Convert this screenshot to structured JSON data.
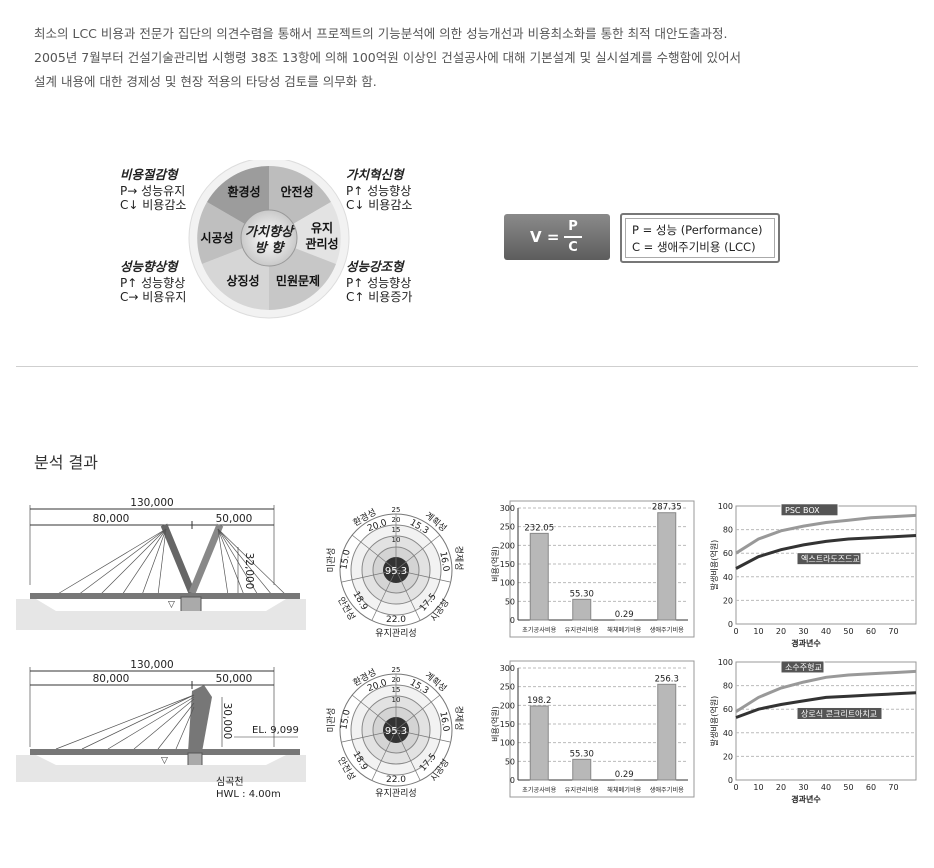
{
  "intro": {
    "line1": "최소의 LCC 비용과 전문가 집단의 의견수렴을 통해서 프로젝트의 기능분석에 의한 성능개선과 비용최소화를 통한 최적 대안도출과정.",
    "line2": "2005년 7월부터 건설기술관리법 시행령 38조 13항에 의해 100억원 이상인 건설공사에 대해 기본설계 및 실시설계를 수행함에 있어서",
    "line3": "설계 내용에 대한 경제성 및 현장 적용의 타당성 검토를 의무화 함."
  },
  "concept": {
    "center_line1": "가치향상",
    "center_line2": "방 향",
    "ring": [
      "환경성",
      "안전성",
      "유지",
      "관리성",
      "민원문제",
      "상징성",
      "시공성"
    ],
    "quadrants": [
      {
        "title": "비용절감형",
        "l1": "P→ 성능유지",
        "l2": "C↓ 비용감소"
      },
      {
        "title": "가치혁신형",
        "l1": "P↑ 성능향상",
        "l2": "C↓ 비용감소"
      },
      {
        "title": "성능향상형",
        "l1": "P↑ 성능향상",
        "l2": "C→ 비용유지"
      },
      {
        "title": "성능강조형",
        "l1": "P↑ 성능향상",
        "l2": "C↑ 비용증가"
      }
    ]
  },
  "formula": {
    "lhs": "V =",
    "num": "P",
    "den": "C"
  },
  "formula_legend": {
    "p": "P = 성능 (Performance)",
    "c": "C = 생애주기비용 (LCC)"
  },
  "section_title": "분석 결과",
  "rows": [
    {
      "bridge": {
        "total": "130,000",
        "left": "80,000",
        "right": "50,000",
        "height": "32,000"
      },
      "radar": {
        "center": "95.3",
        "labels": [
          "환경성",
          "계획성",
          "경제성",
          "시공성",
          "유지관리성",
          "안전성",
          "미관성"
        ],
        "values": [
          "20.0",
          "15.3",
          "16.0",
          "17.5",
          "22.0",
          "18.9",
          "15.0"
        ],
        "rings": [
          "25",
          "20",
          "15",
          "10"
        ]
      },
      "bar_chart": {
        "type": "bar",
        "categories": [
          "초기공사비용",
          "유지관리비용",
          "해체폐기비용",
          "생애주기비용"
        ],
        "values": [
          232.05,
          55.3,
          0.29,
          287.35
        ],
        "value_labels": [
          "232.05",
          "55.30",
          "0.29",
          "287.35"
        ],
        "ylabel": "비용(억원)",
        "yticks": [
          "0",
          "50",
          "100",
          "150",
          "200",
          "250",
          "300"
        ],
        "ylim": [
          0,
          300
        ]
      },
      "line_chart": {
        "type": "line",
        "ylabel": "발생비용(억원)",
        "xlabel": "경과년수",
        "xticks": [
          "0",
          "10",
          "20",
          "30",
          "40",
          "50",
          "60",
          "70"
        ],
        "yticks": [
          "0",
          "20",
          "40",
          "60",
          "80",
          "100"
        ],
        "ylim": [
          0,
          100
        ],
        "series": [
          {
            "name": "PSC BOX",
            "x": [
              0,
              10,
              20,
              30,
              40,
              50,
              60,
              70,
              80
            ],
            "y": [
              60,
              72,
              79,
              83,
              86,
              88,
              90,
              91,
              92
            ]
          },
          {
            "name": "엑스트라도즈드교",
            "x": [
              0,
              10,
              20,
              30,
              40,
              50,
              60,
              70,
              80
            ],
            "y": [
              47,
              57,
              63,
              67,
              70,
              72,
              73,
              74,
              75
            ]
          }
        ]
      }
    },
    {
      "bridge": {
        "total": "130,000",
        "left": "80,000",
        "right": "50,000",
        "height": "30,000",
        "el": "EL. 9,099",
        "place": "심곡천",
        "hwl": "HWL : 4.00m"
      },
      "radar": {
        "center": "95.3",
        "labels": [
          "환경성",
          "계획성",
          "경제성",
          "시공성",
          "유지관리성",
          "안전성",
          "미관성"
        ],
        "values": [
          "20.0",
          "15.3",
          "16.0",
          "17.5",
          "22.0",
          "18.9",
          "15.0"
        ],
        "rings": [
          "25",
          "20",
          "15",
          "10"
        ]
      },
      "bar_chart": {
        "type": "bar",
        "categories": [
          "초기공사비용",
          "유지관리비용",
          "해체폐기비용",
          "생애주기비용"
        ],
        "values": [
          198.2,
          55.3,
          0.29,
          256.3
        ],
        "value_labels": [
          "198.2",
          "55.30",
          "0.29",
          "256.3"
        ],
        "ylabel": "비용(억원)",
        "yticks": [
          "0",
          "50",
          "100",
          "150",
          "200",
          "250",
          "300"
        ],
        "ylim": [
          0,
          300
        ]
      },
      "line_chart": {
        "type": "line",
        "ylabel": "발생비용(억원)",
        "xlabel": "경과년수",
        "xticks": [
          "0",
          "10",
          "20",
          "30",
          "40",
          "50",
          "60",
          "70"
        ],
        "yticks": [
          "0",
          "20",
          "40",
          "60",
          "80",
          "100"
        ],
        "ylim": [
          0,
          100
        ],
        "series": [
          {
            "name": "소수주형교",
            "x": [
              0,
              10,
              20,
              30,
              40,
              50,
              60,
              70,
              80
            ],
            "y": [
              58,
              70,
              78,
              83,
              87,
              89,
              90,
              91,
              92
            ]
          },
          {
            "name": "상로식 콘크리트아치교",
            "x": [
              0,
              10,
              20,
              30,
              40,
              50,
              60,
              70,
              80
            ],
            "y": [
              53,
              60,
              64,
              67,
              70,
              71,
              72,
              73,
              74
            ]
          }
        ]
      }
    }
  ],
  "chart_data": [
    {
      "type": "bar",
      "categories": [
        "초기공사비용",
        "유지관리비용",
        "해체폐기비용",
        "생애주기비용"
      ],
      "values": [
        232.05,
        55.3,
        0.29,
        287.35
      ],
      "ylabel": "비용(억원)",
      "ylim": [
        0,
        300
      ]
    },
    {
      "type": "line",
      "xlabel": "경과년수",
      "ylabel": "발생비용(억원)",
      "ylim": [
        0,
        100
      ],
      "series": [
        {
          "name": "PSC BOX",
          "x": [
            0,
            10,
            20,
            30,
            40,
            50,
            60,
            70,
            80
          ],
          "y": [
            60,
            72,
            79,
            83,
            86,
            88,
            90,
            91,
            92
          ]
        },
        {
          "name": "엑스트라도즈드교",
          "x": [
            0,
            10,
            20,
            30,
            40,
            50,
            60,
            70,
            80
          ],
          "y": [
            47,
            57,
            63,
            67,
            70,
            72,
            73,
            74,
            75
          ]
        }
      ]
    },
    {
      "type": "bar",
      "categories": [
        "초기공사비용",
        "유지관리비용",
        "해체폐기비용",
        "생애주기비용"
      ],
      "values": [
        198.2,
        55.3,
        0.29,
        256.3
      ],
      "ylabel": "비용(억원)",
      "ylim": [
        0,
        300
      ]
    },
    {
      "type": "line",
      "xlabel": "경과년수",
      "ylabel": "발생비용(억원)",
      "ylim": [
        0,
        100
      ],
      "series": [
        {
          "name": "소수주형교",
          "x": [
            0,
            10,
            20,
            30,
            40,
            50,
            60,
            70,
            80
          ],
          "y": [
            58,
            70,
            78,
            83,
            87,
            89,
            90,
            91,
            92
          ]
        },
        {
          "name": "상로식 콘크리트아치교",
          "x": [
            0,
            10,
            20,
            30,
            40,
            50,
            60,
            70,
            80
          ],
          "y": [
            53,
            60,
            64,
            67,
            70,
            71,
            72,
            73,
            74
          ]
        }
      ]
    }
  ]
}
